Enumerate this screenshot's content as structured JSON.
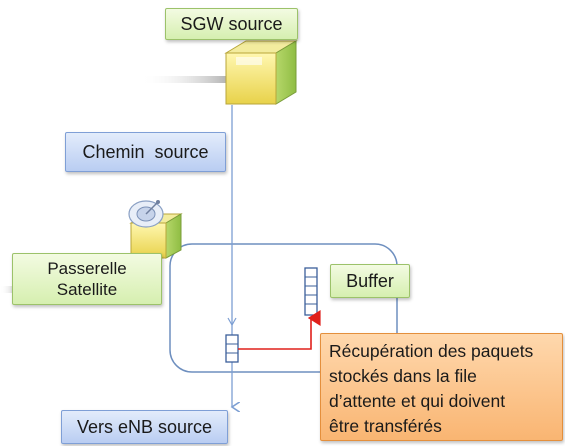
{
  "diagram": {
    "sgw_label": "SGW source",
    "chemin_label": "Chemin  source",
    "passerelle_line1": "Passerelle",
    "passerelle_line2": "Satellite",
    "buffer_label": "Buffer",
    "recup_line1": "Récupération des paquets",
    "recup_line2": "stockés dans la file",
    "recup_line3": "d’attente et qui doivent",
    "recup_line4": "être transférés",
    "vers_label": "Vers eNB source"
  },
  "colors": {
    "green_box": "#d6efb0",
    "blue_box": "#b9cdf2",
    "orange_box": "#f9b572",
    "flow_line": "#7d9fd3",
    "red_arrow": "#e0201b",
    "node_fill": "#f2e57a"
  },
  "icons": [
    "sgw-cube-icon",
    "satellite-gateway-icon",
    "queue-icon"
  ]
}
